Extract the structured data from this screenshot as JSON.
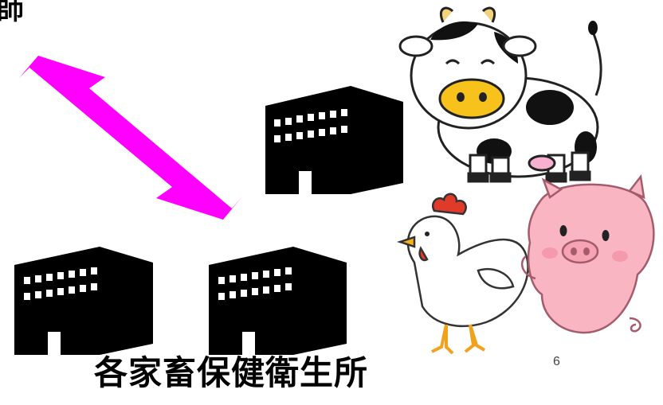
{
  "top_left_text": "師",
  "caption": "各家畜保健衛生所",
  "page_number": "6",
  "colors": {
    "arrow": "#ff00ff",
    "building": "#000000",
    "cow_muzzle": "#f7c21b",
    "pig_body": "#f9b6c2",
    "chicken_comb": "#e03a2a"
  },
  "icons": [
    "office-building-icon",
    "double-headed-arrow",
    "cow-illustration",
    "chicken-illustration",
    "pig-illustration"
  ]
}
